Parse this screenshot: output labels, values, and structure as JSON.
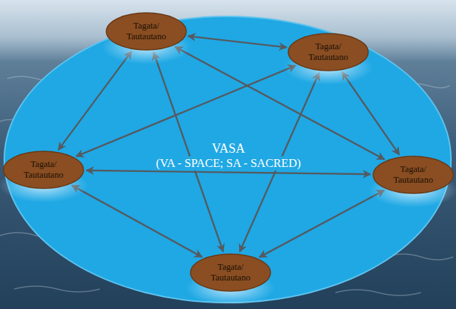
{
  "diagram": {
    "nodes": [
      {
        "text": [
          "VASA",
          "(VA - SPACE; SA - SACRED)"
        ]
      },
      {
        "text": [
          "Tagata/ Tautautano"
        ],
        "in": 0
      },
      {
        "text": [
          "Tagata/ Tautautano"
        ],
        "in": 0
      },
      {
        "text": [
          "Tagata/ Tautautano"
        ],
        "in": 0
      },
      {
        "text": [
          "Tagata/ Tautautano"
        ],
        "in": 0
      },
      {
        "text": [
          "Tagata/ Tautautano"
        ],
        "in": 0
      }
    ],
    "edges": [
      {
        "from": 1,
        "to": 2,
        "arrow": "both"
      },
      {
        "from": 1,
        "to": 3,
        "arrow": "both"
      },
      {
        "from": 1,
        "to": 4,
        "arrow": "both"
      },
      {
        "from": 1,
        "to": 5,
        "arrow": "both"
      },
      {
        "from": 2,
        "to": 3,
        "arrow": "both"
      },
      {
        "from": 2,
        "to": 4,
        "arrow": "both"
      },
      {
        "from": 2,
        "to": 5,
        "arrow": "both"
      },
      {
        "from": 3,
        "to": 4,
        "arrow": "both"
      },
      {
        "from": 3,
        "to": 5,
        "arrow": "both"
      },
      {
        "from": 4,
        "to": 5,
        "arrow": "both"
      }
    ]
  }
}
